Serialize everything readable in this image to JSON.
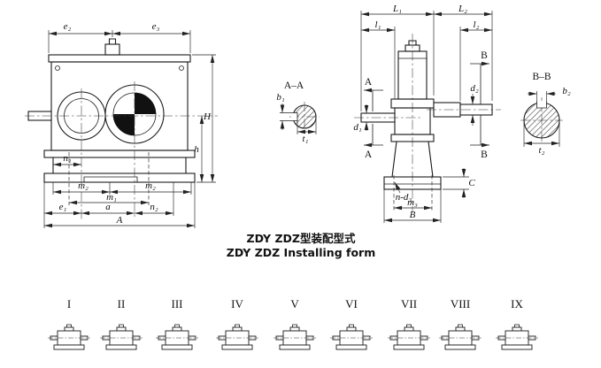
{
  "caption": {
    "line1_cn": "ZDY ZDZ型装配型式",
    "line2_en": "ZDY ZDZ Installing form"
  },
  "front_view": {
    "e2": "e₂",
    "e3": "e₃",
    "H": "H",
    "h": "h",
    "n1": "n₁",
    "m2_left": "m₂",
    "m2_right": "m₂",
    "m1": "m₁",
    "e1": "e₁",
    "a": "a",
    "n2": "n₂",
    "A": "A"
  },
  "section_aa": {
    "title": "A–A",
    "b1": "b₁",
    "t1": "t₁"
  },
  "side_view": {
    "L1": "L₁",
    "L2": "L₂",
    "l1": "l₁",
    "l2": "l₂",
    "A_top": "A",
    "A_bottom": "A",
    "B_top": "B",
    "B_bottom": "B",
    "d1": "d₁",
    "d2": "d₂",
    "C": "C",
    "n_d3": "n-d₃",
    "m3": "m₃",
    "B_width": "B"
  },
  "section_bb": {
    "title": "B–B",
    "b2": "b₂",
    "t2": "t₂"
  },
  "variants": [
    "I",
    "II",
    "III",
    "IV",
    "V",
    "VI",
    "VII",
    "VIII",
    "IX"
  ],
  "colors": {
    "line": "#1b1b1b",
    "background": "#ffffff"
  }
}
